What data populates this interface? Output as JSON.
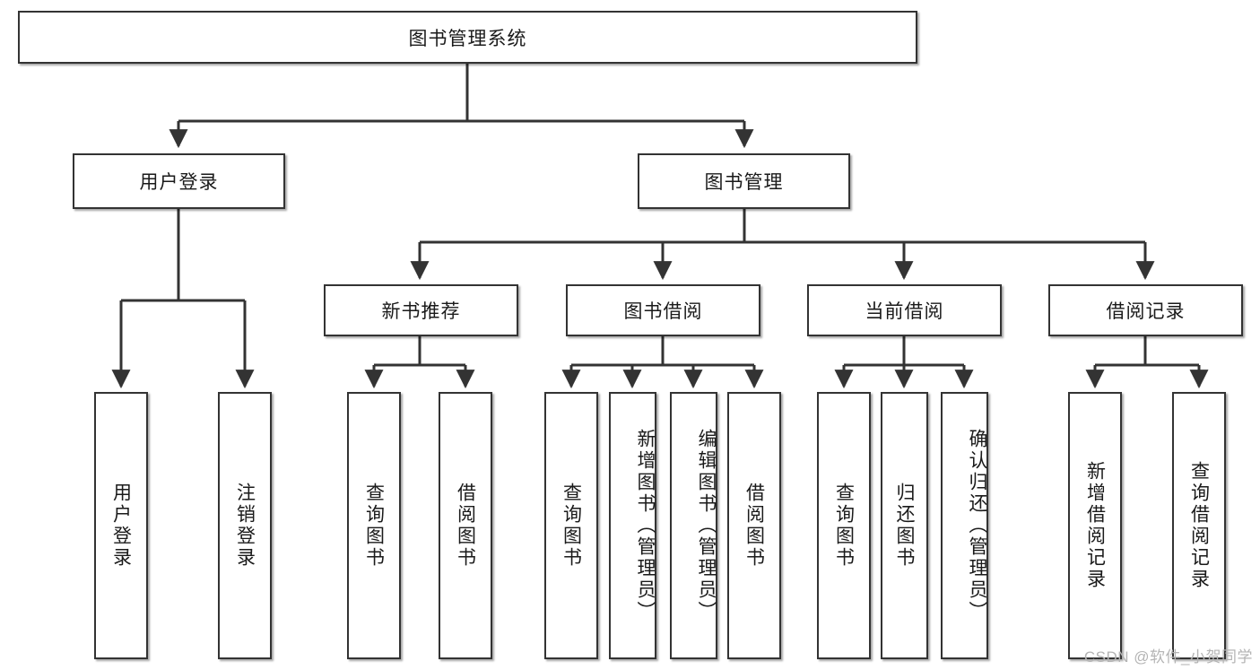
{
  "diagram": {
    "title_node": {
      "id": "root",
      "label": "图书管理系统"
    },
    "level2": [
      {
        "id": "user-login",
        "label": "用户登录"
      },
      {
        "id": "book-management",
        "label": "图书管理"
      }
    ],
    "level3": [
      {
        "id": "new-book-recommend",
        "label": "新书推荐"
      },
      {
        "id": "book-borrow",
        "label": "图书借阅"
      },
      {
        "id": "current-borrow",
        "label": "当前借阅"
      },
      {
        "id": "borrow-record",
        "label": "借阅记录"
      }
    ],
    "leaves": [
      {
        "id": "leaf-user-login",
        "label": "用户登录",
        "parent": "user-login"
      },
      {
        "id": "leaf-logout-login",
        "label": "注销登录",
        "parent": "user-login"
      },
      {
        "id": "leaf-query-book-1",
        "label": "查询图书",
        "parent": "new-book-recommend"
      },
      {
        "id": "leaf-borrow-book-1",
        "label": "借阅图书",
        "parent": "new-book-recommend"
      },
      {
        "id": "leaf-query-book-2",
        "label": "查询图书",
        "parent": "book-borrow"
      },
      {
        "id": "leaf-add-book-admin",
        "label": "新增图书（管理员）",
        "parent": "book-borrow"
      },
      {
        "id": "leaf-edit-book-admin",
        "label": "编辑图书（管理员）",
        "parent": "book-borrow"
      },
      {
        "id": "leaf-borrow-book-2",
        "label": "借阅图书",
        "parent": "book-borrow"
      },
      {
        "id": "leaf-query-book-3",
        "label": "查询图书",
        "parent": "current-borrow"
      },
      {
        "id": "leaf-return-book",
        "label": "归还图书",
        "parent": "current-borrow"
      },
      {
        "id": "leaf-confirm-return-admin",
        "label": "确认归还（管理员）",
        "parent": "current-borrow"
      },
      {
        "id": "leaf-add-borrow-record",
        "label": "新增借阅记录",
        "parent": "borrow-record"
      },
      {
        "id": "leaf-query-borrow-record",
        "label": "查询借阅记录",
        "parent": "borrow-record"
      }
    ],
    "colors": {
      "stroke": "#333333",
      "box_fill": "#ffffff",
      "text": "#1a1a1a",
      "watermark": "#b4b4b4"
    }
  },
  "watermark": {
    "text": "CSDN @软件_小贺同学"
  }
}
